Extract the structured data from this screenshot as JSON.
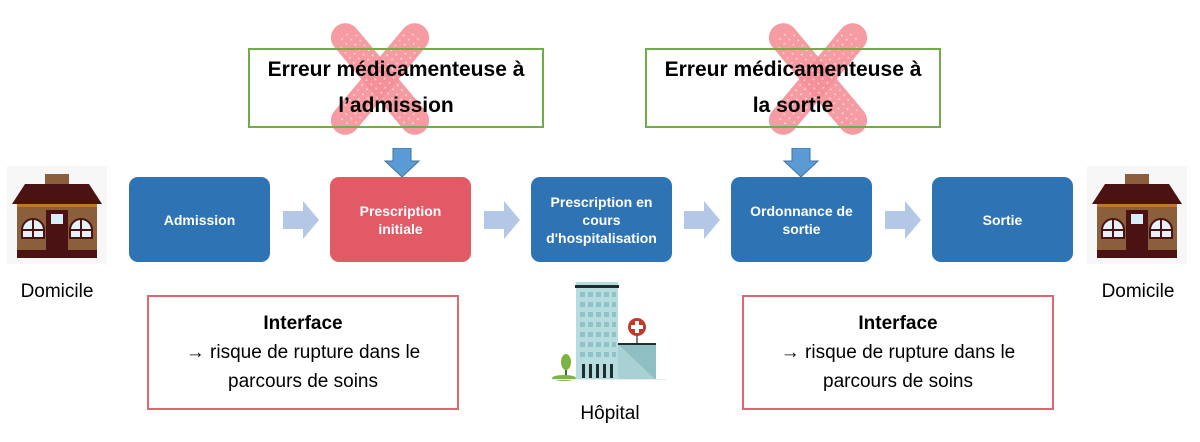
{
  "errors": [
    {
      "text": "Erreur médicamenteuse à l’admission",
      "line1": "Erreur médicamenteuse à",
      "line2": "l’admission",
      "icon": "bandage-cross-icon",
      "target_step": "Prescription initiale"
    },
    {
      "text": "Erreur médicamenteuse à la sortie",
      "line1": "Erreur médicamenteuse à",
      "line2": "la sortie",
      "icon": "bandage-cross-icon",
      "target_step": "Ordonnance de sortie"
    }
  ],
  "flow": {
    "steps": [
      {
        "label": "Admission",
        "color": "#2e74b5"
      },
      {
        "label": "Prescription initiale",
        "line1": "Prescription",
        "line2": "initiale",
        "color": "#e15a65"
      },
      {
        "label": "Prescription en cours d'hospitalisation",
        "line1": "Prescription en",
        "line2": "cours",
        "line3": "d'hospitalisation",
        "color": "#2e74b5"
      },
      {
        "label": "Ordonnance de sortie",
        "line1": "Ordonnance de",
        "line2": "sortie",
        "color": "#2e74b5"
      },
      {
        "label": "Sortie",
        "color": "#2e74b5"
      }
    ],
    "arrow_color": "#b4c7e7"
  },
  "places": {
    "left": {
      "label": "Domicile",
      "icon": "house-icon"
    },
    "center": {
      "label": "Hôpital",
      "icon": "hospital-icon"
    },
    "right": {
      "label": "Domicile",
      "icon": "house-icon"
    }
  },
  "interfaces": [
    {
      "title": "Interface",
      "line1": "→ risque de rupture dans le",
      "line2": "parcours de soins"
    },
    {
      "title": "Interface",
      "line1": "→ risque de rupture dans le",
      "line2": "parcours de soins"
    }
  ],
  "colors": {
    "step_blue": "#2e74b5",
    "step_red": "#e15a65",
    "error_border": "#70ad47",
    "interface_border": "#e06670",
    "bandage": "#f4868f",
    "down_arrow": "#5b9bd5"
  }
}
